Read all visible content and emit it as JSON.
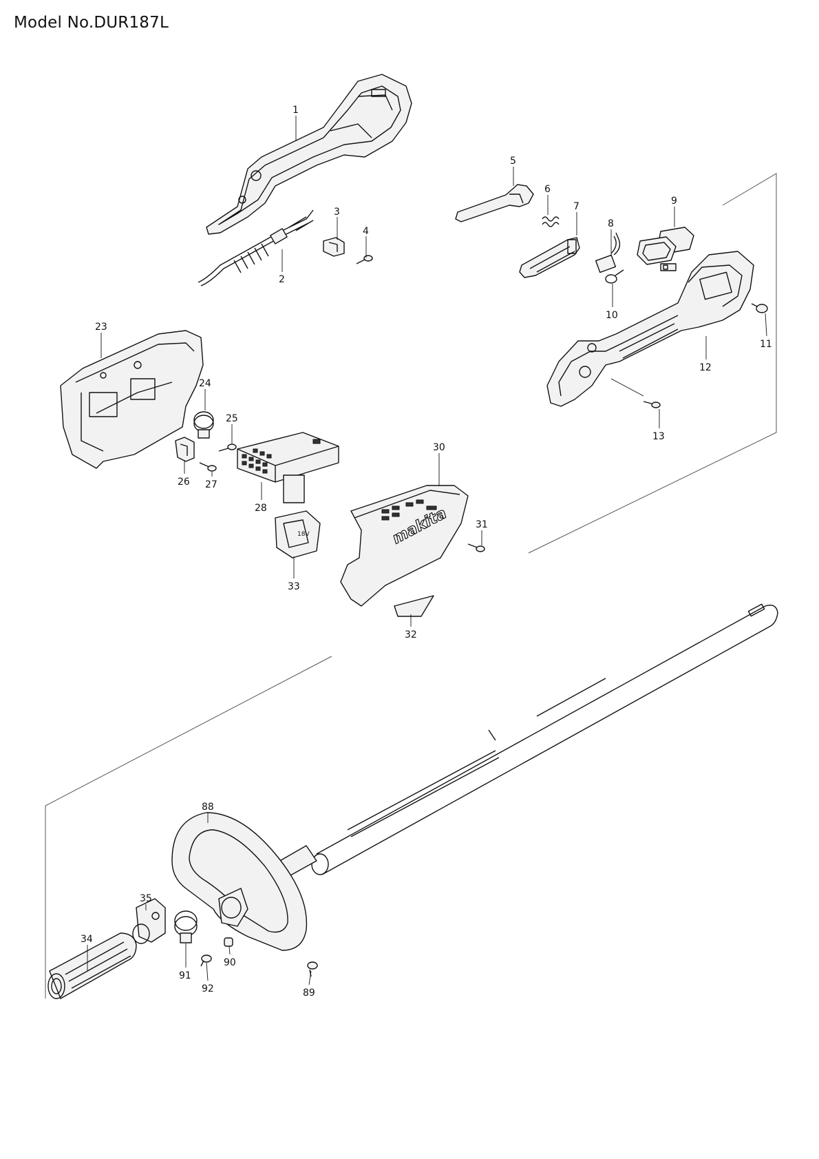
{
  "header": {
    "model": "Model No.DUR187L"
  },
  "callouts": [
    {
      "id": "1",
      "label": "1"
    },
    {
      "id": "2",
      "label": "2"
    },
    {
      "id": "3",
      "label": "3"
    },
    {
      "id": "4",
      "label": "4"
    },
    {
      "id": "5",
      "label": "5"
    },
    {
      "id": "6",
      "label": "6"
    },
    {
      "id": "7",
      "label": "7"
    },
    {
      "id": "8",
      "label": "8"
    },
    {
      "id": "9",
      "label": "9"
    },
    {
      "id": "10",
      "label": "10"
    },
    {
      "id": "11",
      "label": "11"
    },
    {
      "id": "12",
      "label": "12"
    },
    {
      "id": "13",
      "label": "13"
    },
    {
      "id": "23",
      "label": "23"
    },
    {
      "id": "24",
      "label": "24"
    },
    {
      "id": "25",
      "label": "25"
    },
    {
      "id": "26",
      "label": "26"
    },
    {
      "id": "27",
      "label": "27"
    },
    {
      "id": "28",
      "label": "28"
    },
    {
      "id": "30",
      "label": "30"
    },
    {
      "id": "31",
      "label": "31"
    },
    {
      "id": "32",
      "label": "32"
    },
    {
      "id": "33",
      "label": "33"
    },
    {
      "id": "34",
      "label": "34"
    },
    {
      "id": "35",
      "label": "35"
    },
    {
      "id": "88",
      "label": "88"
    },
    {
      "id": "89",
      "label": "89"
    },
    {
      "id": "90",
      "label": "90"
    },
    {
      "id": "91",
      "label": "91"
    },
    {
      "id": "92",
      "label": "92"
    }
  ],
  "logo_text": "makita"
}
